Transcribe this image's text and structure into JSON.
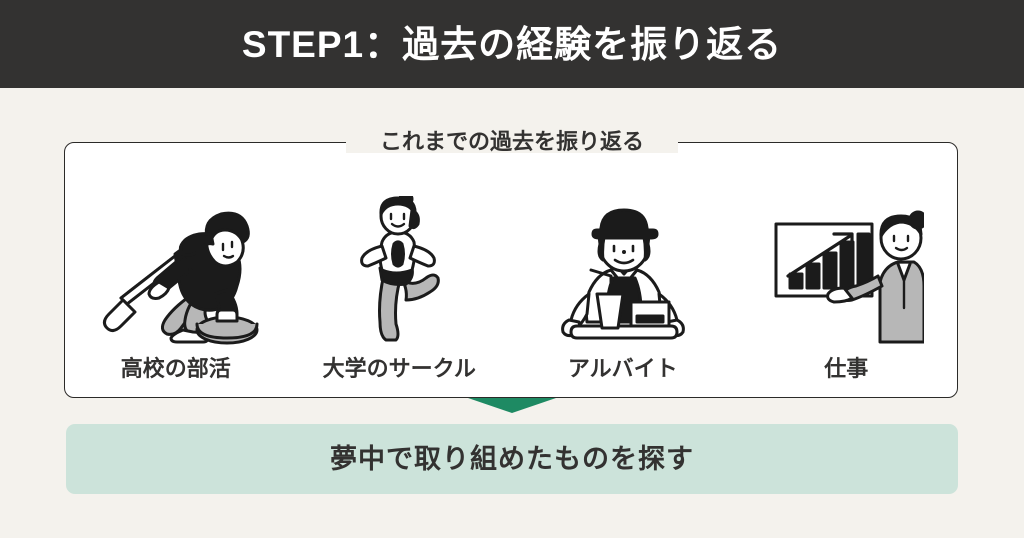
{
  "header": {
    "title": "STEP1：過去の経験を振り返る",
    "background_color": "#333231",
    "text_color": "#FFFFFF"
  },
  "card": {
    "legend": "これまでの過去を振り返る",
    "border_color": "#2B2A28",
    "background_color": "#FFFFFF"
  },
  "items": [
    {
      "label": "高校の部活",
      "icon": "curling-player-icon"
    },
    {
      "label": "大学のサークル",
      "icon": "yoga-tree-pose-icon"
    },
    {
      "label": "アルバイト",
      "icon": "fastfood-staff-icon"
    },
    {
      "label": "仕事",
      "icon": "business-presentation-icon"
    }
  ],
  "arrow": {
    "name": "down-arrow",
    "color": "#1E8A63"
  },
  "banner": {
    "text": "夢中で取り組めたものを探す",
    "background_color": "#CCE3DA",
    "text_color": "#333231"
  },
  "page": {
    "background_color": "#F4F2ED"
  }
}
